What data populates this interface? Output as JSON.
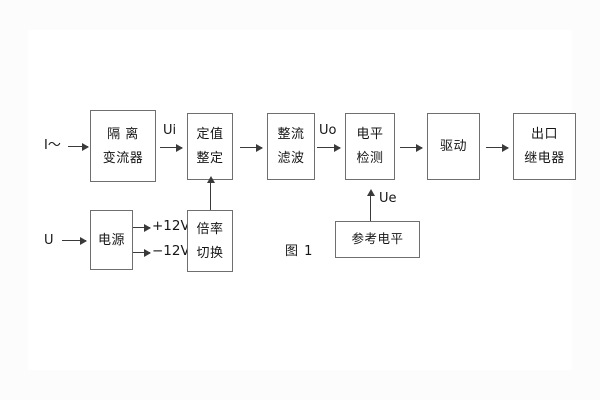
{
  "figure": {
    "caption": "图 1",
    "background_color": "#fcfcfc",
    "page_color": "#ffffff",
    "line_color": "#3a3a3a",
    "box_border_color": "#6f6f6f",
    "text_color": "#161616"
  },
  "inputs": [
    {
      "name": "current-input",
      "label": "I～"
    },
    {
      "name": "voltage-input",
      "label": "U"
    }
  ],
  "signal_labels": [
    {
      "name": "ui-signal",
      "label": "Ui"
    },
    {
      "name": "uo-signal",
      "label": "Uo"
    },
    {
      "name": "ue-signal",
      "label": "Ue"
    }
  ],
  "power_rails": [
    {
      "name": "rail-positive",
      "label": "+12V"
    },
    {
      "name": "rail-negative",
      "label": "−12V"
    }
  ],
  "blocks": [
    {
      "id": "isolation-transformer",
      "lines": [
        "隔 离",
        "变流器"
      ]
    },
    {
      "id": "setting-value",
      "lines": [
        "定值",
        "整定"
      ]
    },
    {
      "id": "rectify-filter",
      "lines": [
        "整流",
        "滤波"
      ]
    },
    {
      "id": "level-detect",
      "lines": [
        "电平",
        "检测"
      ]
    },
    {
      "id": "drive",
      "lines": [
        "驱动"
      ]
    },
    {
      "id": "output-relay",
      "lines": [
        "出口",
        "继电器"
      ]
    },
    {
      "id": "power-supply",
      "lines": [
        "电源"
      ]
    },
    {
      "id": "multiplier-switch",
      "lines": [
        "倍率",
        "切换"
      ]
    },
    {
      "id": "reference-level",
      "lines": [
        "参考电平"
      ]
    }
  ]
}
